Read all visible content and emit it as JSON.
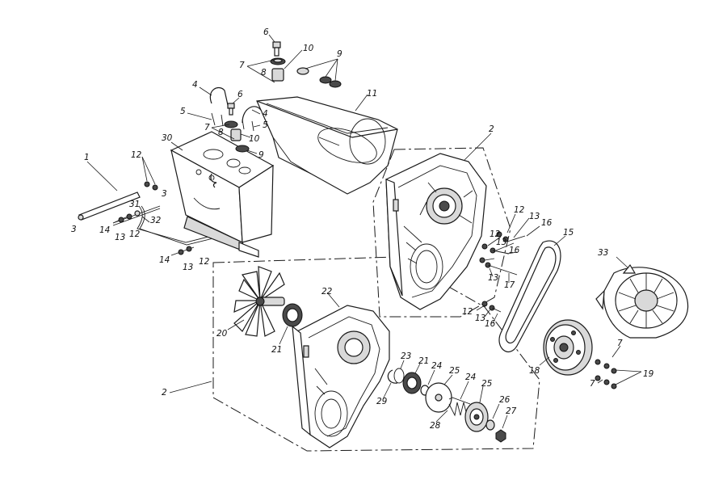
{
  "labels": {
    "l1": "1",
    "l2a": "2",
    "l2b": "2",
    "l3a": "3",
    "l3b": "3",
    "l4a": "4",
    "l4b": "4",
    "l5a": "5",
    "l5b": "5",
    "l6a": "6",
    "l6b": "6",
    "l7a": "7",
    "l7b": "7",
    "l7c": "7",
    "l7d": "7",
    "l8a": "8",
    "l8b": "8",
    "l9a": "9",
    "l9b": "9",
    "l10a": "10",
    "l10b": "10",
    "l11": "11",
    "l12a": "12",
    "l12b": "12",
    "l12c": "12",
    "l12d": "12",
    "l12e": "12",
    "l12f": "12",
    "l13a": "13",
    "l13b": "13",
    "l13c": "13",
    "l13d": "13",
    "l13e": "13",
    "l13f": "13",
    "l14a": "14",
    "l14b": "14",
    "l15": "15",
    "l16a": "16",
    "l16b": "16",
    "l16c": "16",
    "l17": "17",
    "l18": "18",
    "l19": "19",
    "l20": "20",
    "l21a": "21",
    "l21b": "21",
    "l22": "22",
    "l23": "23",
    "l24a": "24",
    "l24b": "24",
    "l25a": "25",
    "l25b": "25",
    "l26": "26",
    "l27": "27",
    "l28": "28",
    "l29": "29",
    "l30": "30",
    "l31": "31",
    "l32": "32",
    "l33": "33"
  }
}
